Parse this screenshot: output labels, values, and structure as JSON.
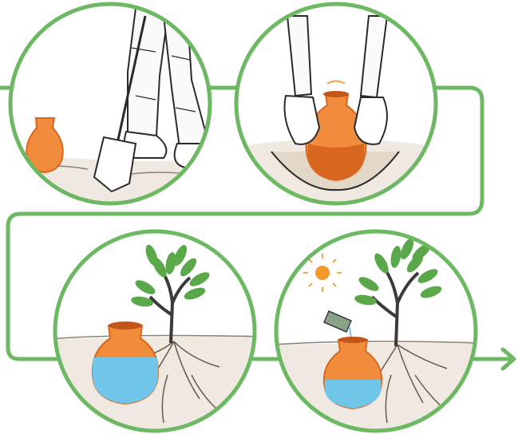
{
  "colors": {
    "frame_green": "#6db862",
    "pot_orange": "#f08c3c",
    "pot_dark": "#d9661f",
    "water_blue": "#6fc6e8",
    "leaf_green": "#5aa84a",
    "sun_orange": "#f59a2a",
    "soil": "#cdc2b4",
    "line_ink": "#2b2b2b"
  },
  "steps": [
    {
      "id": "dig",
      "icon": "shovel-digging-icon"
    },
    {
      "id": "bury",
      "icon": "hands-placing-pot-icon"
    },
    {
      "id": "fill",
      "icon": "water-filled-pot-with-tree-icon"
    },
    {
      "id": "irrigate",
      "icon": "sun-and-pipe-refill-icon"
    }
  ]
}
